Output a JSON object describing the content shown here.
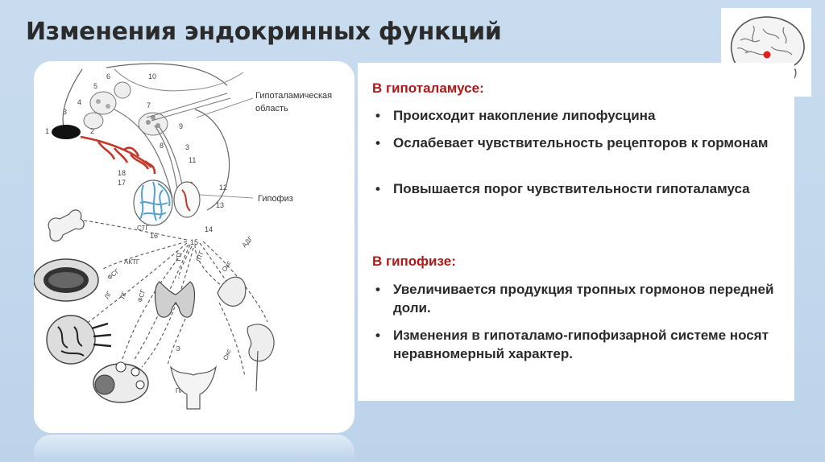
{
  "title": "Изменения эндокринных функций",
  "diagram": {
    "label_hypothalamic": [
      "Гипоталамическая",
      "область"
    ],
    "label_pituitary": "Гипофиз",
    "numbers": [
      "1",
      "2",
      "3",
      "4",
      "5",
      "6",
      "7",
      "8",
      "9",
      "10",
      "11",
      "12",
      "13",
      "14",
      "15",
      "16",
      "17",
      "18",
      "3"
    ],
    "hormones": [
      "СТГ",
      "АКТГ",
      "ФСГ",
      "ЛГ",
      "ЛТГ",
      "ТТГ",
      "Окс",
      "АДГ",
      "ЛГ",
      "ФСГ",
      "Э",
      "Окс",
      "Пг"
    ]
  },
  "sections": [
    {
      "heading": "В гипоталамусе:",
      "bullets": [
        "Происходит накопление липофусцина",
        "Ослабевает чувствительность рецепторов к гормонам",
        "Повышается порог чувствительности гипоталамуса"
      ]
    },
    {
      "heading": "В гипофизе:",
      "bullets": [
        "Увеличивается продукция тропных гормонов передней доли.",
        "Изменения в гипоталамо-гипофизарной системе носят неравномерный характер."
      ]
    }
  ],
  "bullet_char": "•",
  "colors": {
    "heading": "#b01818",
    "vessels": "#c0392b",
    "portal": "#5aa0c8"
  }
}
